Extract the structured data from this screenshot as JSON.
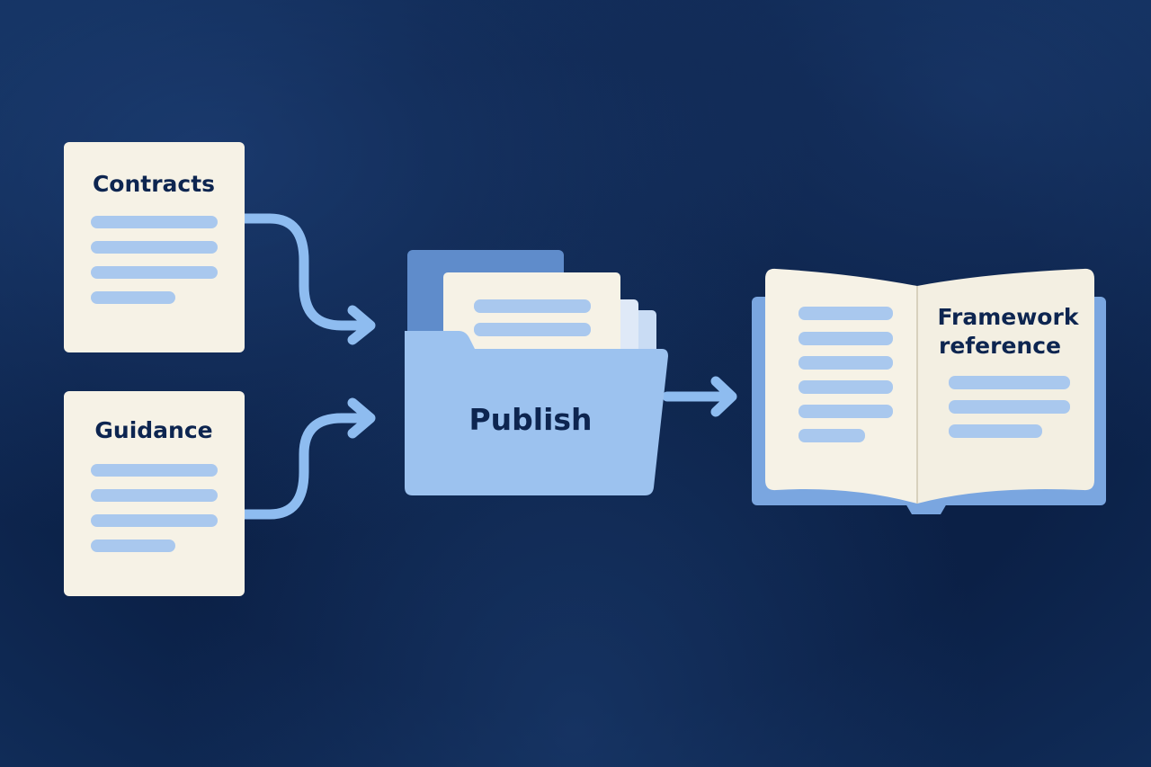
{
  "diagram": {
    "sources": [
      {
        "id": "contracts",
        "label": "Contracts"
      },
      {
        "id": "guidance",
        "label": "Guidance"
      }
    ],
    "hub": {
      "id": "publish",
      "label": "Publish"
    },
    "output": {
      "id": "framework-reference",
      "label_line1": "Framework",
      "label_line2": "reference"
    },
    "edges": [
      {
        "from": "contracts",
        "to": "publish"
      },
      {
        "from": "guidance",
        "to": "publish"
      },
      {
        "from": "publish",
        "to": "framework-reference"
      }
    ]
  },
  "colors": {
    "background": "#0f2a52",
    "paper": "#f6f2e6",
    "line_light": "#a9c8ee",
    "line_mid": "#8fb6e6",
    "folder": "#9cc2ef",
    "folder_back": "#6f9bd6",
    "arrow": "#8ebcf0",
    "text": "#0d2550"
  }
}
